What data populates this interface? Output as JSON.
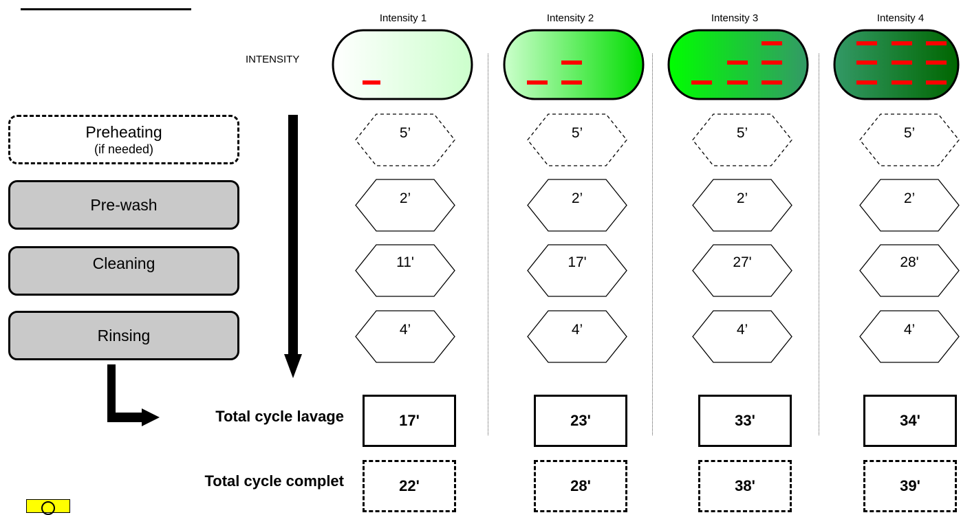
{
  "columns": [
    {
      "title": "Intensity 1",
      "preheat": "5’",
      "prewash": "2’",
      "cleaning": "11'",
      "rinsing": "4’",
      "total_lavage": "17'",
      "total_complet": "22'",
      "level": 1
    },
    {
      "title": "Intensity 2",
      "preheat": "5’",
      "prewash": "2’",
      "cleaning": "17'",
      "rinsing": "4’",
      "total_lavage": "23'",
      "total_complet": "28'",
      "level": 2
    },
    {
      "title": "Intensity 3",
      "preheat": "5’",
      "prewash": "2’",
      "cleaning": "27'",
      "rinsing": "4’",
      "total_lavage": "33'",
      "total_complet": "38'",
      "level": 3
    },
    {
      "title": "Intensity 4",
      "preheat": "5’",
      "prewash": "2’",
      "cleaning": "28'",
      "rinsing": "4’",
      "total_lavage": "34'",
      "total_complet": "39'",
      "level": 4
    }
  ],
  "intensity_label": "INTENSITY",
  "stages": {
    "preheating": "Preheating",
    "preheating_note": "(if needed)",
    "prewash": "Pre-wash",
    "cleaning": "Cleaning",
    "rinsing": "Rinsing"
  },
  "totals": {
    "lavage_label": "Total cycle lavage",
    "complet_label": "Total cycle complet"
  },
  "colors": {
    "dash_red": "#ff0000",
    "green_light": "#ccffcc",
    "green_bright": "#00ee00",
    "green_dark": "#339966",
    "stage_grey": "#c9c9c9"
  }
}
